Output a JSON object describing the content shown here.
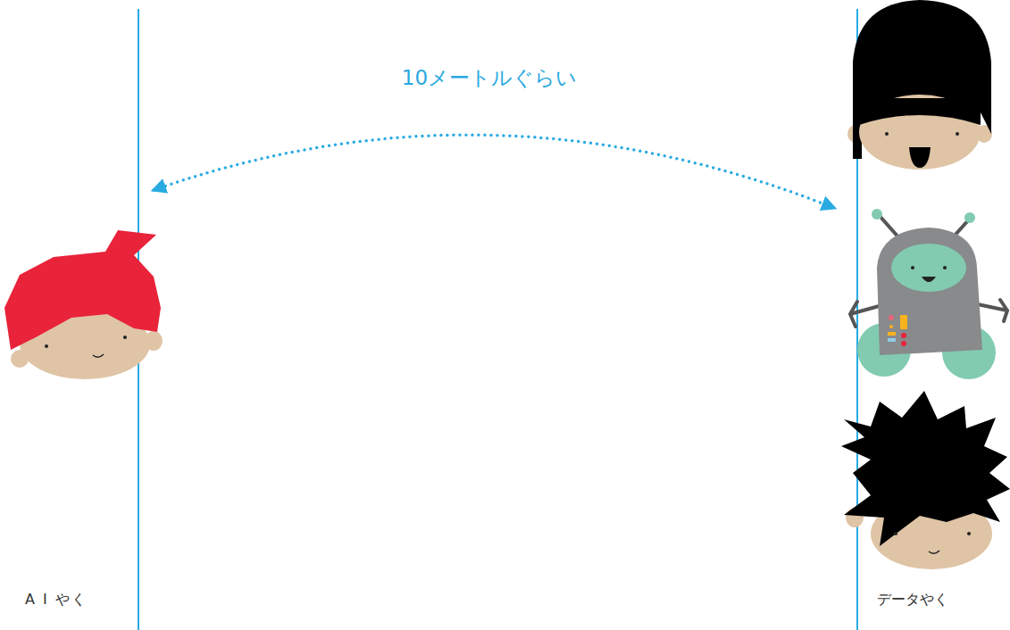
{
  "diagram": {
    "labels": [
      "10メートルぐらい",
      "A I やく",
      "データやく"
    ]
  }
}
